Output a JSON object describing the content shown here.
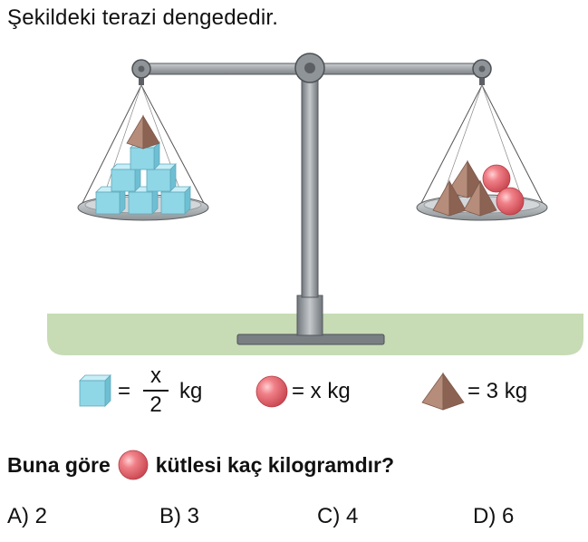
{
  "intro_text": "Şekildeki terazi dengededir.",
  "legend": {
    "cube": {
      "eq": "=",
      "numerator": "x",
      "denominator": "2",
      "unit": "kg"
    },
    "sphere": {
      "text": "= x kg"
    },
    "pyramid": {
      "text": "= 3 kg"
    }
  },
  "question": {
    "before": "Buna göre",
    "after": "kütlesi kaç kilogramdır?"
  },
  "options": [
    {
      "label": "A) 2"
    },
    {
      "label": "B) 3"
    },
    {
      "label": "C) 4"
    },
    {
      "label": "D) 6"
    }
  ],
  "colors": {
    "cube": "#8fd6e6",
    "sphere": "#e86a72",
    "pyramid": "#a07868",
    "ground": "#c7dbb5",
    "scale_metal": "#8a8f94"
  }
}
